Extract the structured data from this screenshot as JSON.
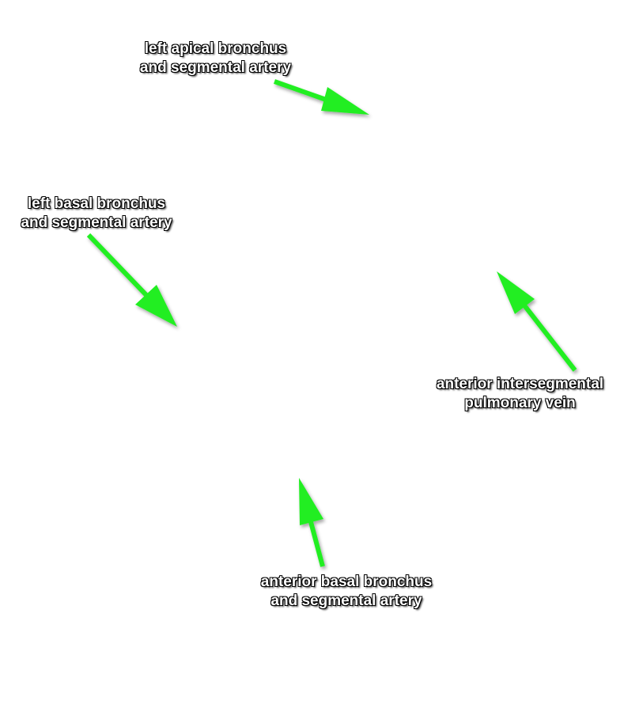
{
  "labels": {
    "apical": {
      "line1": "left apical bronchus",
      "line2": "and segmental artery"
    },
    "basal": {
      "line1": "left basal bronchus",
      "line2": "and segmental artery"
    },
    "vein": {
      "line1": "anterior intersegmental",
      "line2": "pulmonary vein"
    },
    "anterior": {
      "line1": "anterior basal bronchus",
      "line2": "and segmental artery"
    }
  },
  "colors": {
    "arrow": "#22ee22",
    "arrow_outline": "#0a7a0a",
    "label_text": "#ffffff",
    "label_outline": "#000000",
    "background": "#ffffff"
  }
}
